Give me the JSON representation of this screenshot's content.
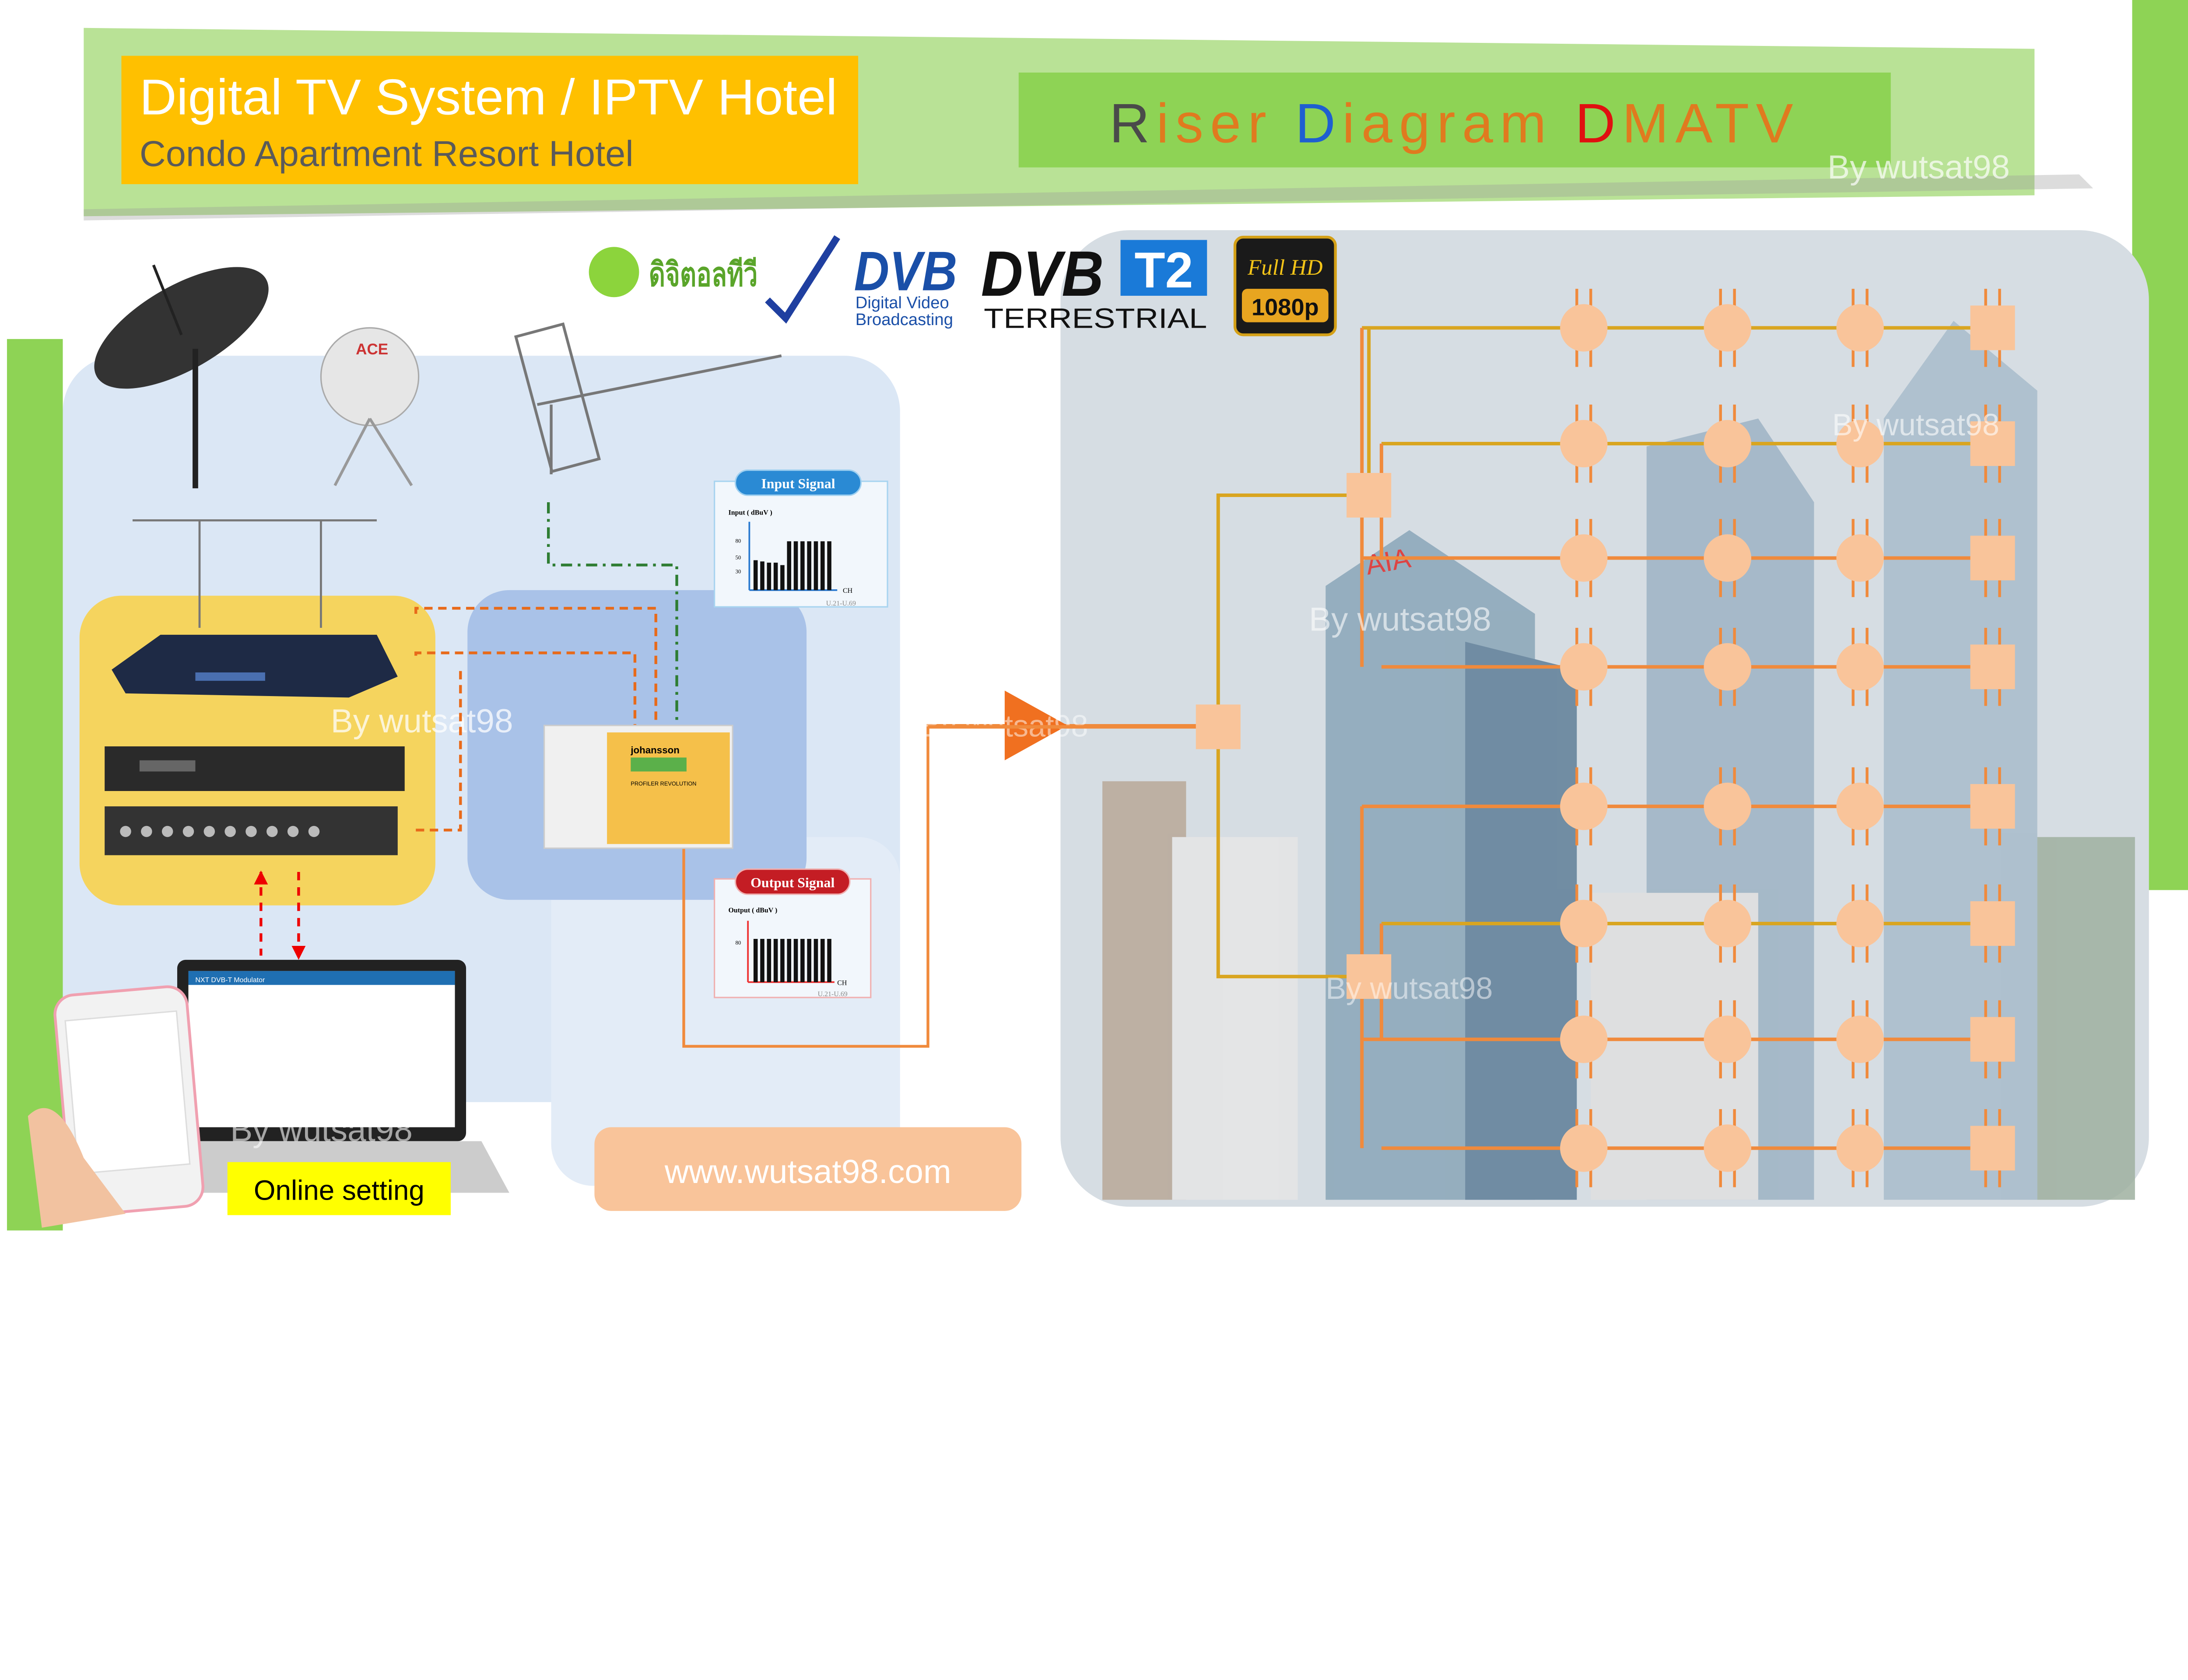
{
  "header": {
    "title": "Digital TV System / IPTV Hotel",
    "subtitle": "Condo Apartment Resort Hotel"
  },
  "riser_title": {
    "parts": [
      {
        "text": "R",
        "color": "#4a4a4a"
      },
      {
        "text": "iser ",
        "color": "#e07a1f"
      },
      {
        "text": "D",
        "color": "#1f5fd0"
      },
      {
        "text": "iagram ",
        "color": "#e07a1f"
      },
      {
        "text": "D",
        "color": "#e01010"
      },
      {
        "text": "MATV",
        "color": "#e07a1f"
      }
    ]
  },
  "watermark": "By wutsat98",
  "logos": {
    "thai_digital": "ดิจิตอลทีวี",
    "dvb": "DVB",
    "dvb_sub1": "Digital Video",
    "dvb_sub2": "Broadcasting",
    "dvbt2": "DVB",
    "t2": "T2",
    "terrestrial": "TERRESTRIAL",
    "fullhd": "Full HD",
    "res": "1080p",
    "ace": "ACE",
    "aia": "AIA"
  },
  "device": {
    "brand": "johansson",
    "model": "PROFILER REVOLUTION"
  },
  "input_signal": {
    "title": "Input Signal",
    "ylabel": "Input ( dBuV )",
    "ticks": [
      "80",
      "50",
      "30"
    ],
    "xlabel": "CH",
    "range": "U.21-U.69",
    "bars": [
      49,
      47,
      45,
      45,
      41,
      80,
      80,
      80,
      80,
      80,
      80,
      80
    ]
  },
  "output_signal": {
    "title": "Output Signal",
    "ylabel": "Output ( dBuV )",
    "ticks": [
      "80"
    ],
    "xlabel": "CH",
    "range": "U.21-U.69",
    "bars": [
      80,
      80,
      80,
      80,
      80,
      80,
      80,
      80,
      80,
      80,
      80,
      80
    ]
  },
  "website": "www.wutsat98.com",
  "online_setting": "Online setting",
  "laptop_screen_title": "NXT DVB-T Modulator",
  "colors": {
    "green_band": "#b9e296",
    "riser_box": "#8ed355",
    "title_box": "#ffc000",
    "cable_orange": "#f08a3c",
    "cable_yellow": "#d9a520",
    "tap": "#f9c49a"
  }
}
